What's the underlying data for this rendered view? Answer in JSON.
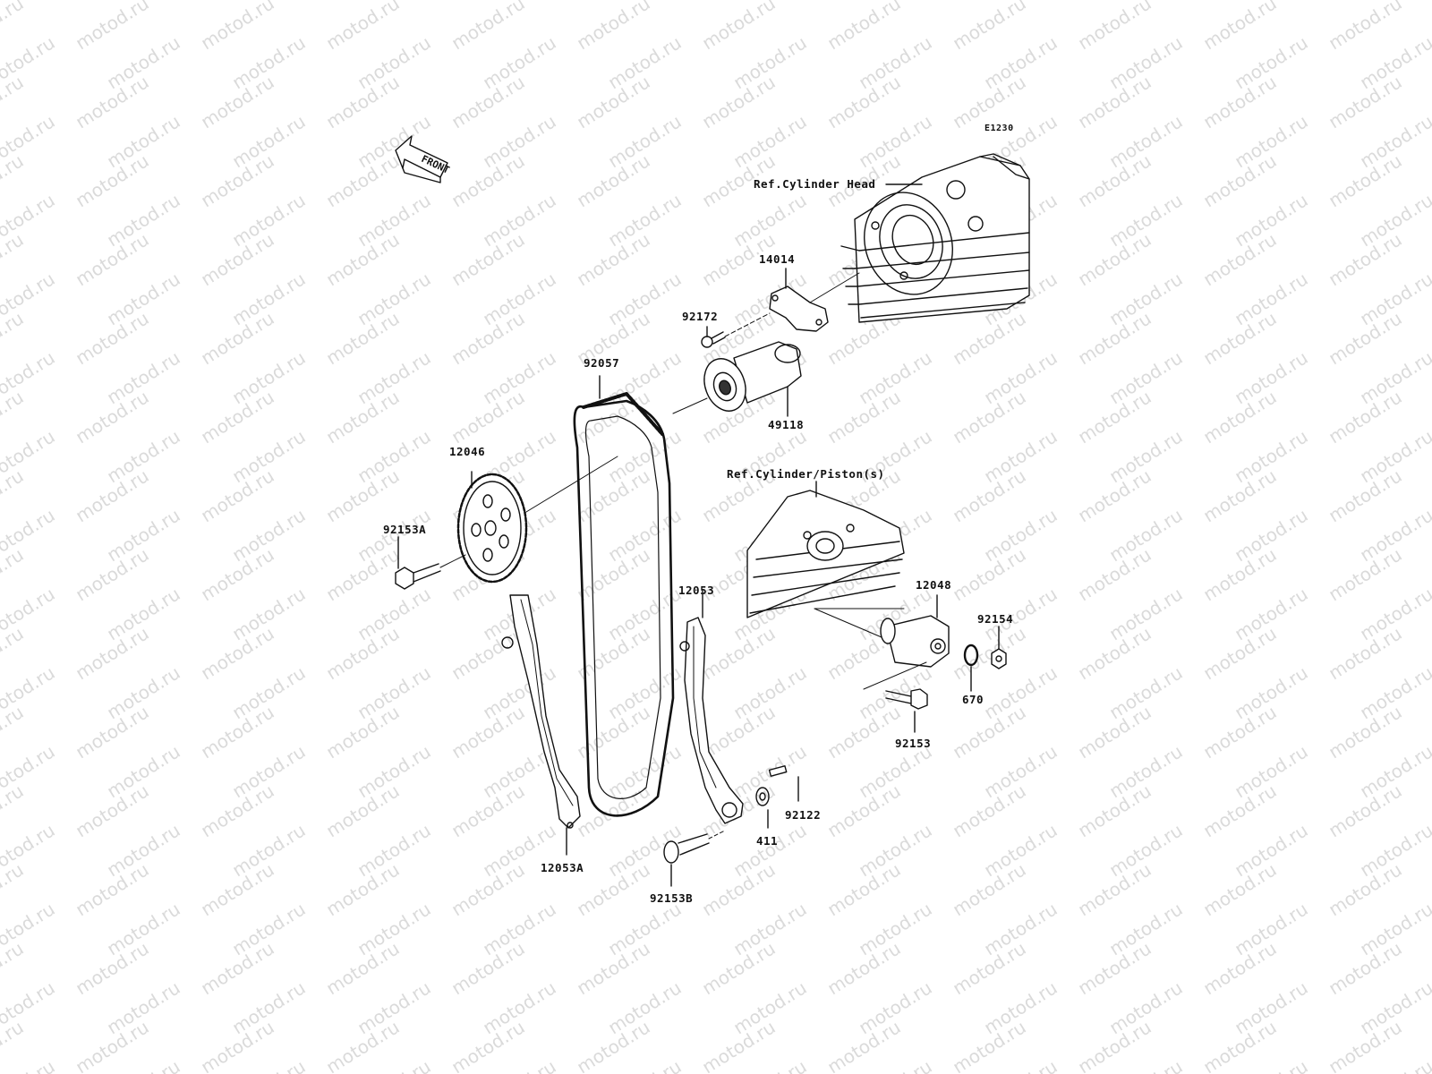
{
  "diagram_code": "E1230",
  "watermark_text": "motod.ru",
  "front_label": "FRONT",
  "ref_labels": {
    "cylinder_head": "Ref.Cylinder Head",
    "cylinder_piston": "Ref.Cylinder/Piston(s)"
  },
  "parts": {
    "p14014": "14014",
    "p92172": "92172",
    "p92057": "92057",
    "p49118": "49118",
    "p12046": "12046",
    "p92153A": "92153A",
    "p12053": "12053",
    "p12048": "12048",
    "p92154": "92154",
    "p670": "670",
    "p92153": "92153",
    "p92122": "92122",
    "p411": "411",
    "p12053A": "12053A",
    "p92153B": "92153B"
  }
}
